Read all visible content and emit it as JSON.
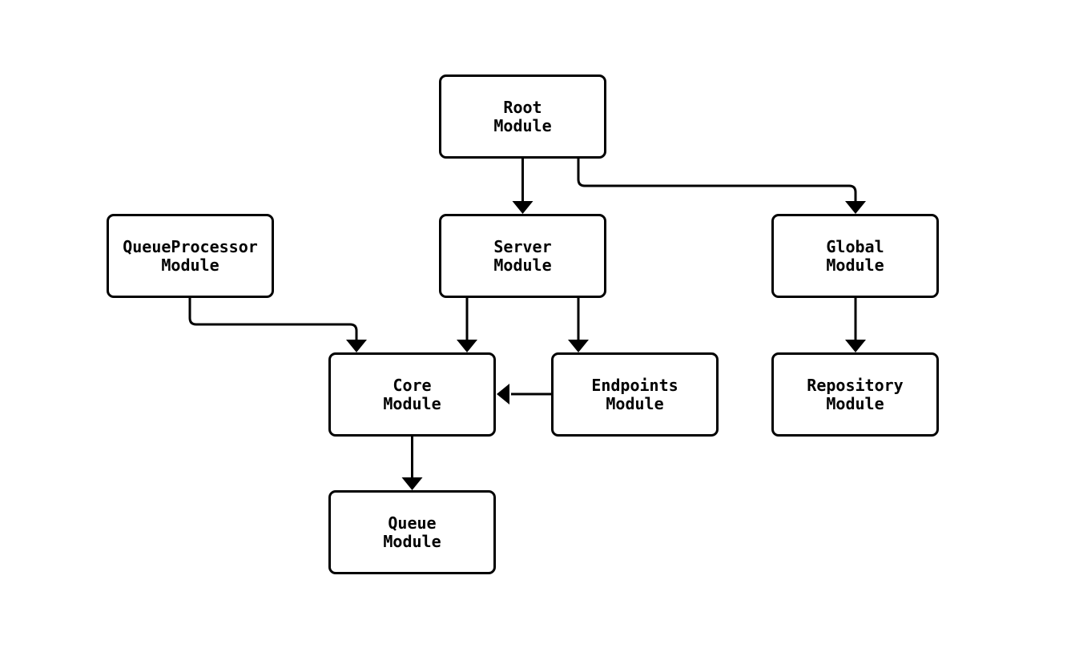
{
  "diagram": {
    "type": "flowchart",
    "background_color": "#ffffff",
    "node_fill_color": "#ffffff",
    "node_border_color": "#000000",
    "edge_color": "#000000",
    "text_color": "#000000",
    "nodes": [
      {
        "id": "root",
        "label": "Root\nModule"
      },
      {
        "id": "queueprocessor",
        "label": "QueueProcessor\nModule"
      },
      {
        "id": "server",
        "label": "Server\nModule"
      },
      {
        "id": "global",
        "label": "Global\nModule"
      },
      {
        "id": "core",
        "label": "Core\nModule"
      },
      {
        "id": "endpoints",
        "label": "Endpoints\nModule"
      },
      {
        "id": "repository",
        "label": "Repository\nModule"
      },
      {
        "id": "queue",
        "label": "Queue\nModule"
      }
    ],
    "edges": [
      {
        "from": "root",
        "to": "server"
      },
      {
        "from": "root",
        "to": "global"
      },
      {
        "from": "queueprocessor",
        "to": "core"
      },
      {
        "from": "server",
        "to": "core"
      },
      {
        "from": "server",
        "to": "endpoints"
      },
      {
        "from": "endpoints",
        "to": "core"
      },
      {
        "from": "global",
        "to": "repository"
      },
      {
        "from": "core",
        "to": "queue"
      }
    ]
  }
}
